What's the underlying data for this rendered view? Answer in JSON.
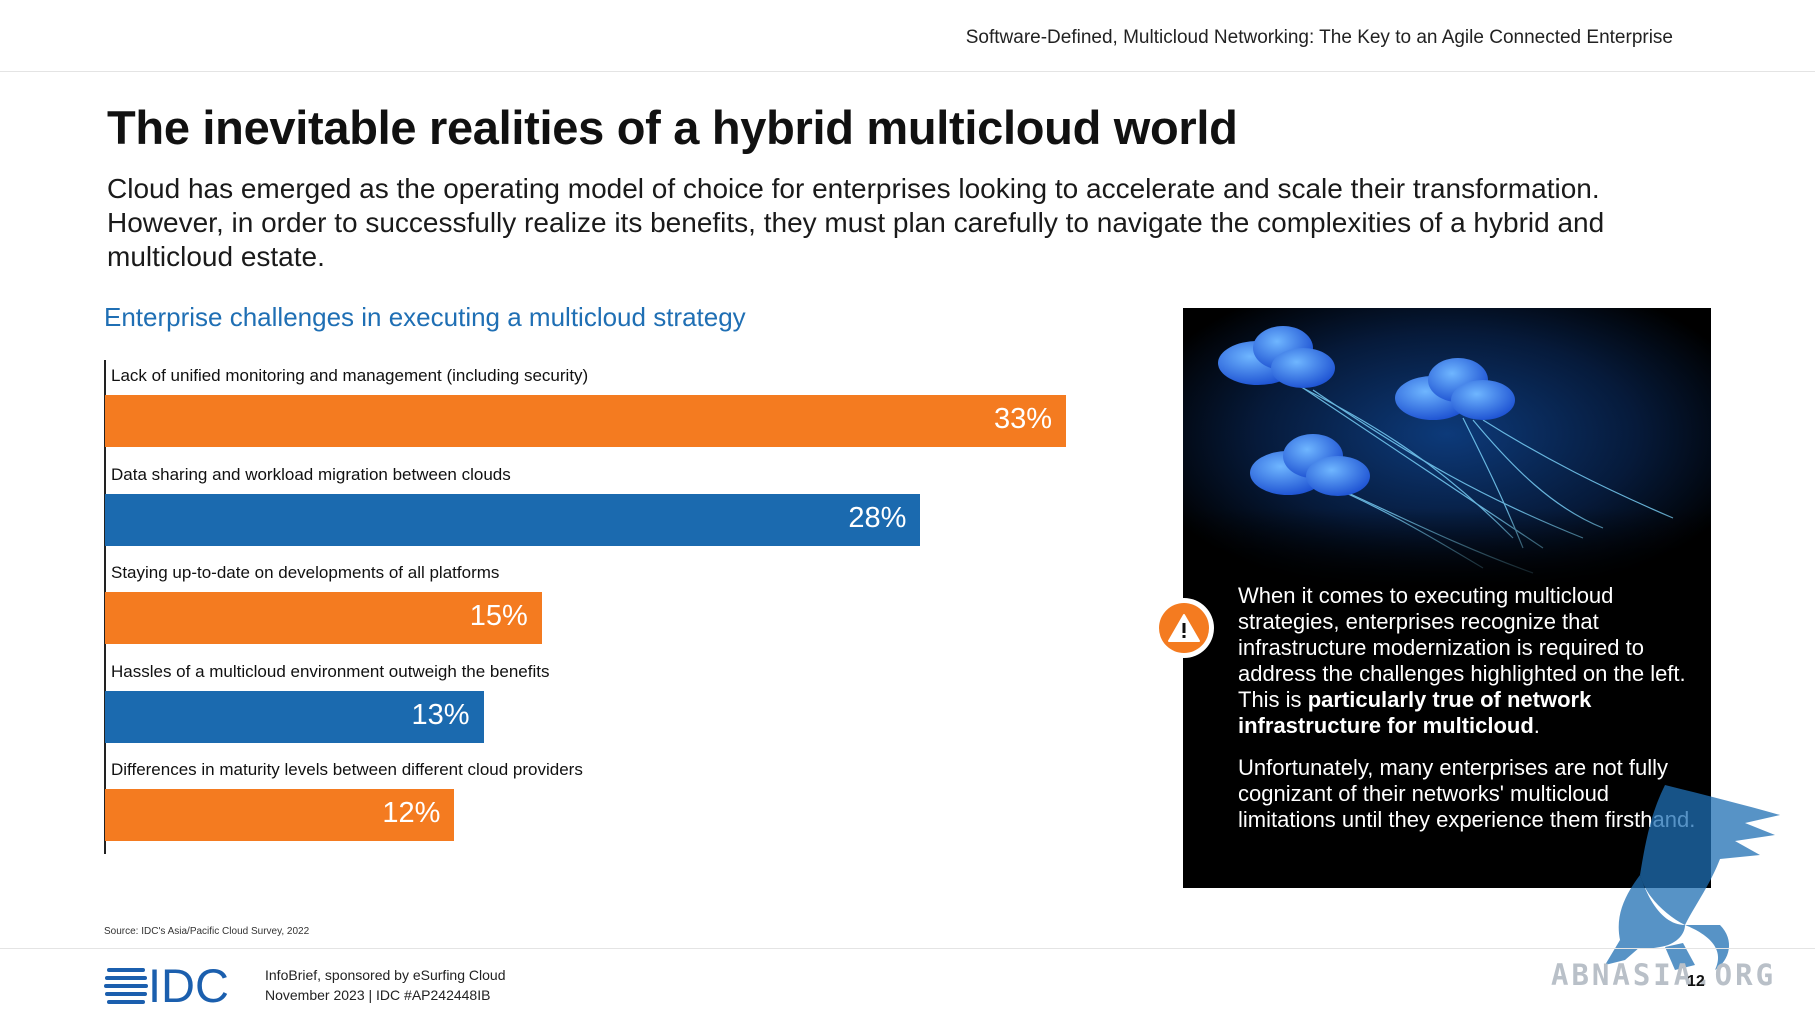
{
  "header": {
    "title": "Software-Defined, Multicloud Networking: The Key to an Agile Connected Enterprise"
  },
  "main": {
    "title": "The inevitable realities of a hybrid multicloud world",
    "intro": "Cloud has emerged as the operating model of choice for enterprises looking to accelerate and scale their transformation. However, in order to successfully realize its benefits, they must plan carefully to navigate the complexities of a hybrid and multicloud estate."
  },
  "chart_data": {
    "type": "bar",
    "orientation": "horizontal",
    "title": "Enterprise challenges in executing a multicloud strategy",
    "xlabel": "",
    "ylabel": "",
    "xlim": [
      0,
      33
    ],
    "grid": false,
    "categories": [
      "Lack of unified monitoring and management (including security)",
      "Data sharing and workload migration between clouds",
      "Staying up-to-date on developments of all platforms",
      "Hassles of a multicloud environment outweigh the benefits",
      "Differences in maturity levels between different cloud providers"
    ],
    "values": [
      33,
      28,
      15,
      13,
      12
    ],
    "value_labels": [
      "33%",
      "28%",
      "15%",
      "13%",
      "12%"
    ],
    "colors": [
      "#f47b20",
      "#1b6aaf",
      "#f47b20",
      "#1b6aaf",
      "#f47b20"
    ]
  },
  "source": "Source: IDC's Asia/Pacific Cloud Survey, 2022",
  "panel": {
    "p1_start": "When it comes to executing multicloud strategies, enterprises recognize that infrastructure modernization is required to address the challenges highlighted on the left. This is ",
    "p1_bold": "particularly true of network infrastructure for multicloud",
    "p1_end": ".",
    "p2": "Unfortunately, many enterprises are not fully cognizant of their networks' multicloud limitations until they experience them firsthand.",
    "icon": "warning-icon",
    "accent": "#f47b20"
  },
  "footer": {
    "logo": "IDC",
    "line1": "InfoBrief, sponsored by eSurfing Cloud",
    "line2": "November 2023  |  IDC #AP242448IB",
    "page": "12"
  },
  "watermark": {
    "text": "ABNASIA.ORG"
  }
}
